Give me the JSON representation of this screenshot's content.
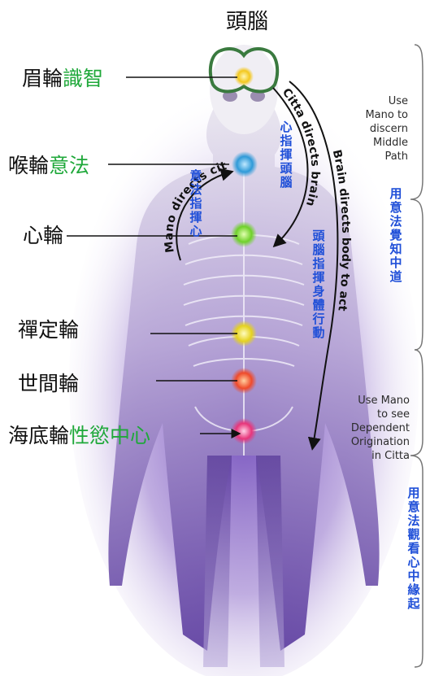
{
  "title": "頭腦",
  "chakras": [
    {
      "black": "眉輪",
      "green": "識智",
      "color": "#f3c81e"
    },
    {
      "black": "喉輪",
      "green": "意法",
      "color": "#2f9ad8"
    },
    {
      "black": "心輪",
      "green": "",
      "color": "#6fd12a"
    },
    {
      "black": "禪定輪",
      "green": "",
      "color": "#e5d21f"
    },
    {
      "black": "世間輪",
      "green": "",
      "color": "#ef4a2a"
    },
    {
      "black": "海底輪",
      "green": "性慾中心",
      "color": "#e8357a"
    }
  ],
  "arrows": {
    "citta_brain": "Citta directs brain",
    "mano_citta": "Mano directs citta",
    "brain_body": "Brain directs body to act"
  },
  "vertical": {
    "mano_citta": "意法指揮心",
    "citta_brain": "心指揮頭腦",
    "brain_body": "頭腦指揮身體行動",
    "side_top": "用意法覺知中道",
    "side_bottom": "用意法觀看心中緣起"
  },
  "side_text": {
    "top": [
      "Use",
      "Mano to",
      "discern",
      "Middle",
      "Path"
    ],
    "bottom": [
      "Use Mano",
      "to see",
      "Dependent",
      "Origination",
      "in Citta"
    ]
  }
}
